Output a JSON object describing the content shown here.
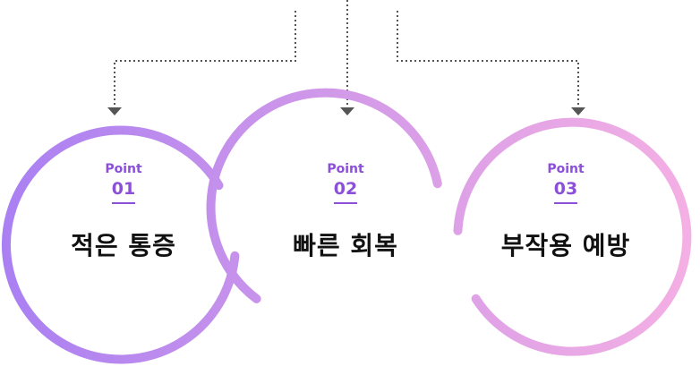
{
  "points": [
    {
      "label": "Point",
      "number": "01",
      "title": "적은 통증"
    },
    {
      "label": "Point",
      "number": "02",
      "title": "빠른 회복"
    },
    {
      "label": "Point",
      "number": "03",
      "title": "부작용 예방"
    }
  ],
  "colors": {
    "ring_start": "#a97ff2",
    "ring_mid": "#d39ae8",
    "ring_end": "#f5b0e4",
    "accent_text": "#8b4fd8",
    "title_text": "#111111",
    "connector": "#555555"
  }
}
